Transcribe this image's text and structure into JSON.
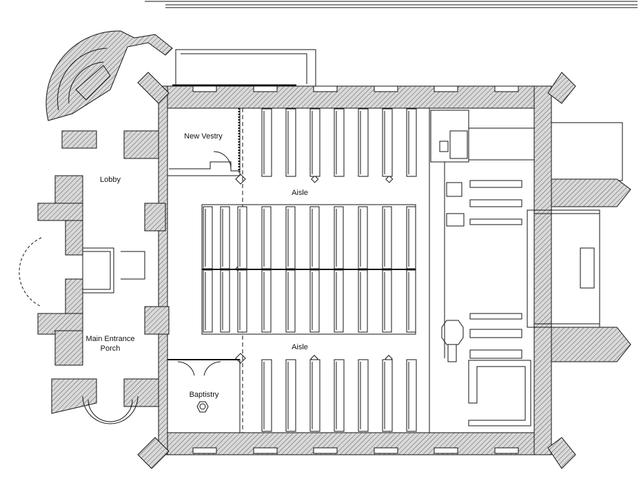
{
  "rooms": {
    "new_vestry": "New Vestry",
    "lobby": "Lobby",
    "aisle_north": "Aisle",
    "aisle_south": "Aisle",
    "main_entrance": [
      "Main Entrance",
      "Porch"
    ],
    "baptistry": "Baptistry"
  }
}
